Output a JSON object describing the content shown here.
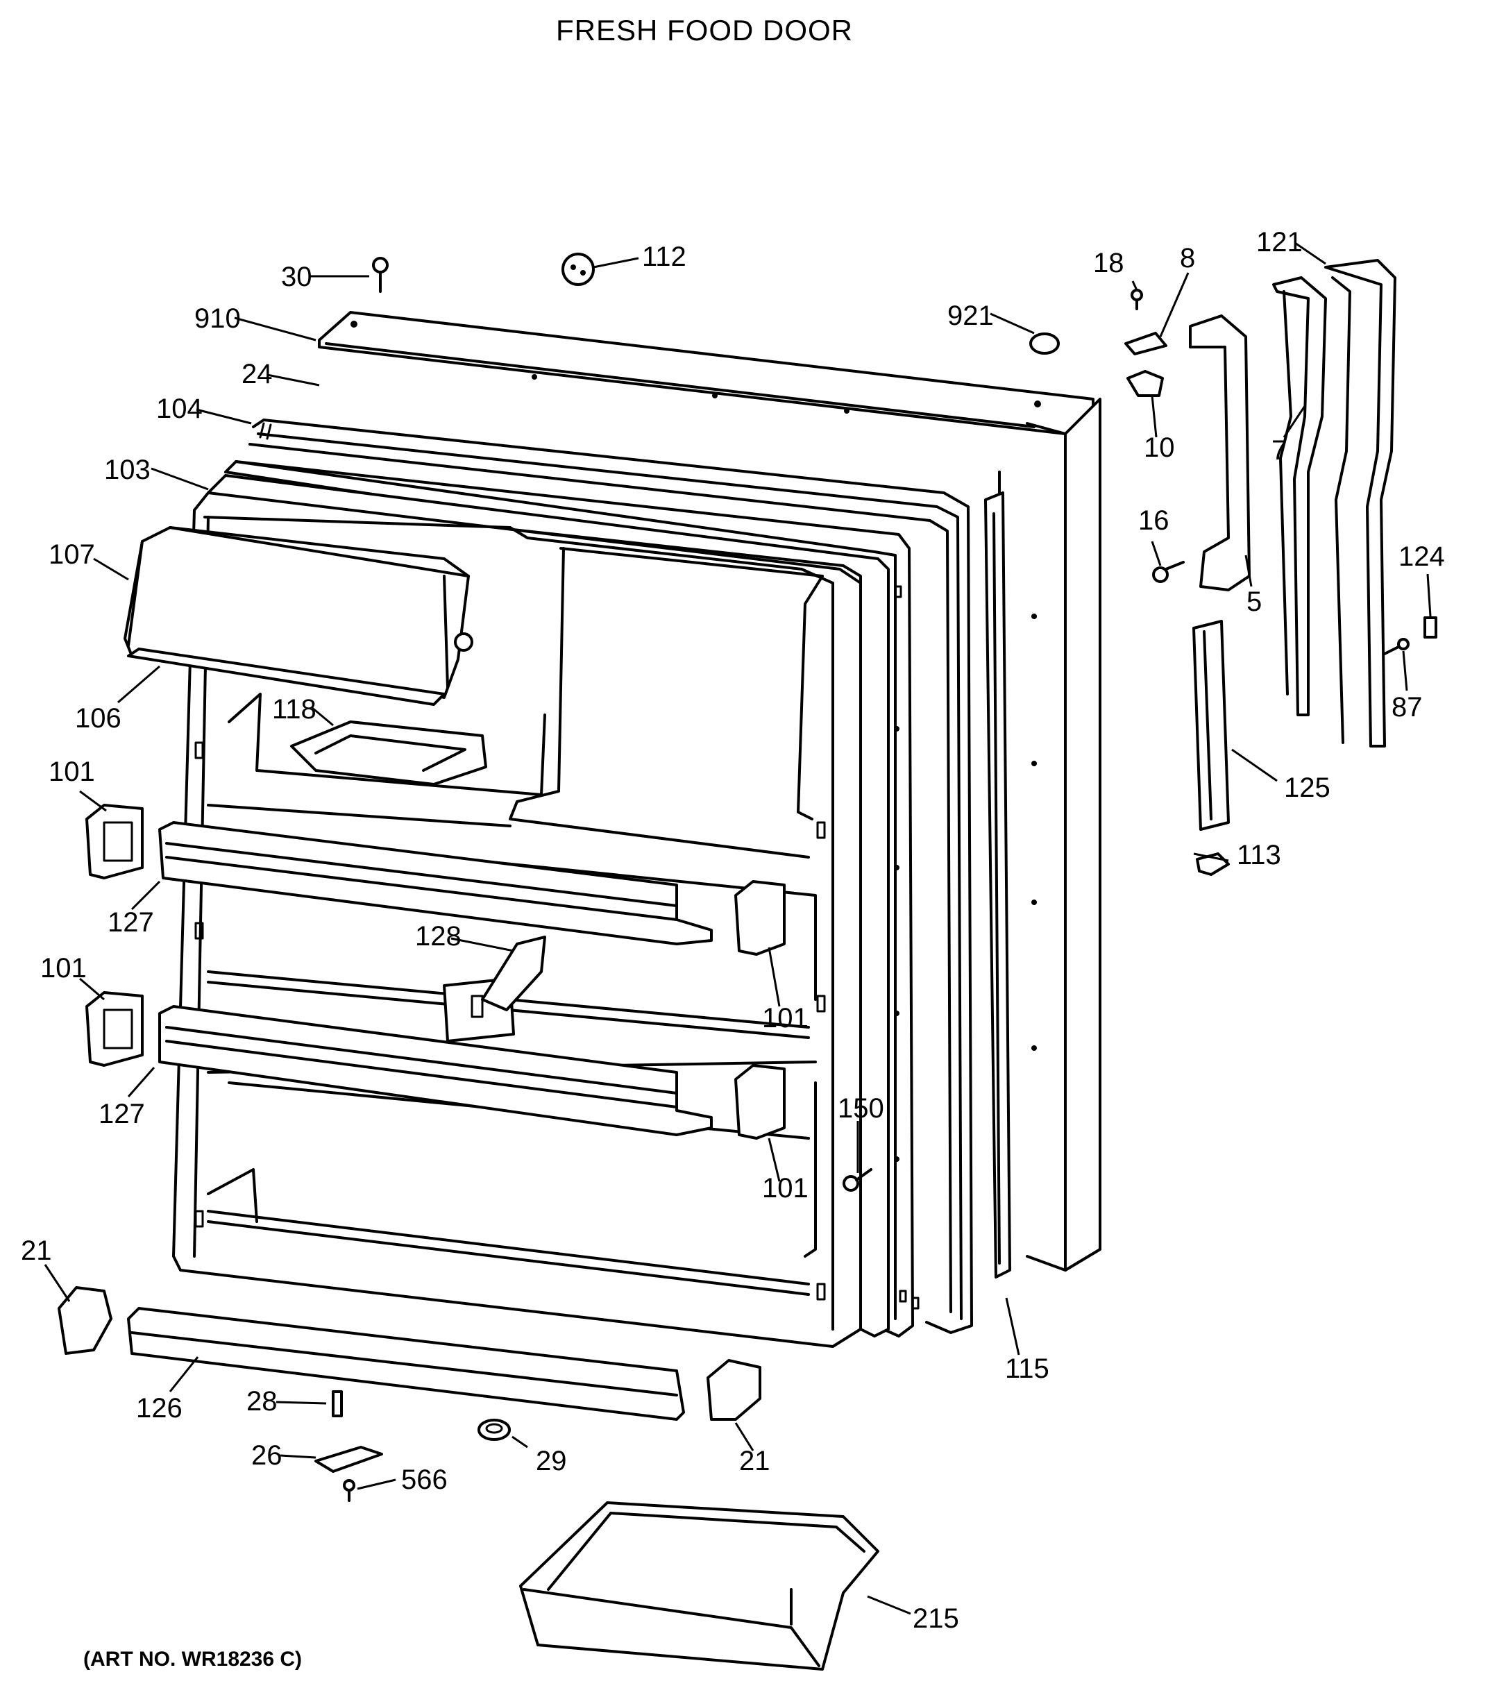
{
  "title": "FRESH FOOD DOOR",
  "art_number": "(ART NO. WR18236 C)",
  "labels": {
    "p30": "30",
    "p112": "112",
    "p18": "18",
    "p8": "8",
    "p121": "121",
    "p910": "910",
    "p921": "921",
    "p24": "24",
    "p104": "104",
    "p10": "10",
    "p103": "103",
    "p7": "7",
    "p16": "16",
    "p107": "107",
    "p124": "124",
    "p5": "5",
    "p106": "106",
    "p118": "118",
    "p87": "87",
    "p101a": "101",
    "p125": "125",
    "p113": "113",
    "p127a": "127",
    "p128": "128",
    "p101b": "101",
    "p101c": "101",
    "p127b": "127",
    "p150": "150",
    "p101d": "101",
    "p21a": "21",
    "p115": "115",
    "p126": "126",
    "p28": "28",
    "p26": "26",
    "p29": "29",
    "p21b": "21",
    "p566": "566",
    "p215": "215"
  }
}
